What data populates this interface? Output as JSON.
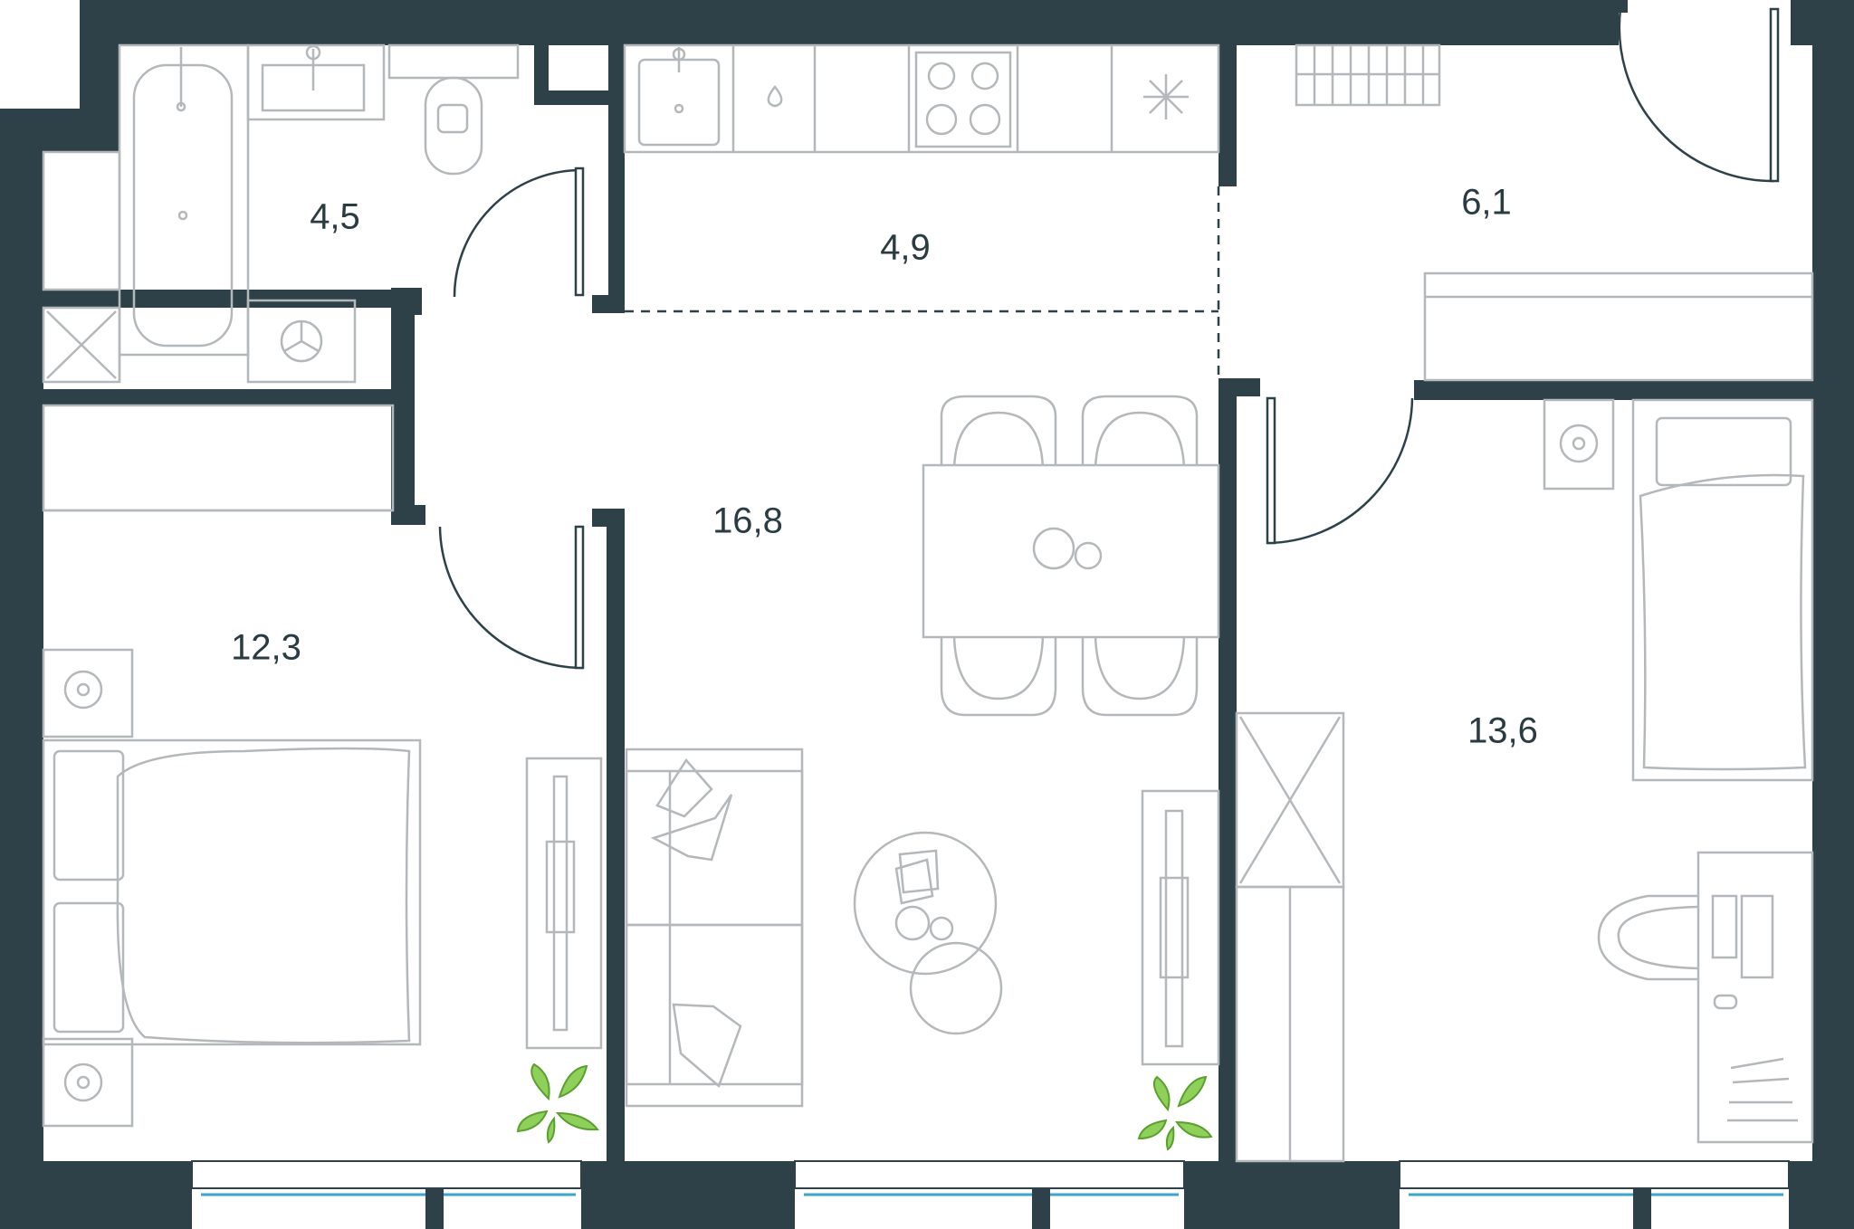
{
  "plan": {
    "wall_color": "#2e4148",
    "furniture_color": "#b4b8bb",
    "window_accent_color": "#3aa5c9",
    "plant_color": "#69b33a",
    "rooms": [
      {
        "id": "bathroom",
        "area": "4,5"
      },
      {
        "id": "kitchen",
        "area": "4,9"
      },
      {
        "id": "hallway",
        "area": "6,1"
      },
      {
        "id": "bedroom-left",
        "area": "12,3"
      },
      {
        "id": "living-room",
        "area": "16,8"
      },
      {
        "id": "bedroom-right",
        "area": "13,6"
      }
    ]
  }
}
